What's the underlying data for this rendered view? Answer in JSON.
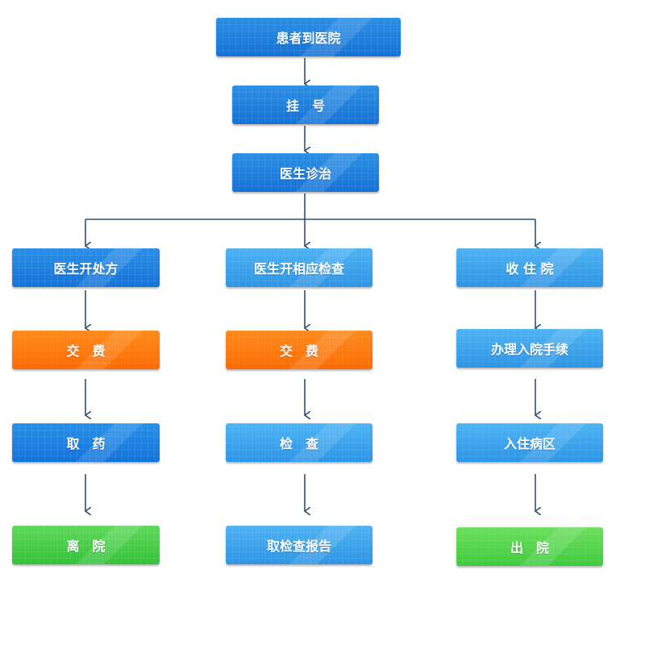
{
  "flow": {
    "arrive": "患者到医院",
    "register": "挂　号",
    "diagnose": "医生诊治",
    "branch_prescription": {
      "title": "医生开处方",
      "pay": "交　费",
      "get_medicine": "取　药",
      "leave": "离　院"
    },
    "branch_exam": {
      "title": "医生开相应检查",
      "pay": "交　费",
      "exam": "检　查",
      "report": "取检查报告"
    },
    "branch_admission": {
      "title": "收 住 院",
      "procedures": "办理入院手续",
      "ward": "入住病区",
      "discharge": "出　院"
    }
  },
  "colors": {
    "line": "#2f4f73",
    "dark_blue": "#1473d8",
    "light_blue": "#2c95e6",
    "orange": "#ff6a00",
    "green": "#35c23a"
  }
}
